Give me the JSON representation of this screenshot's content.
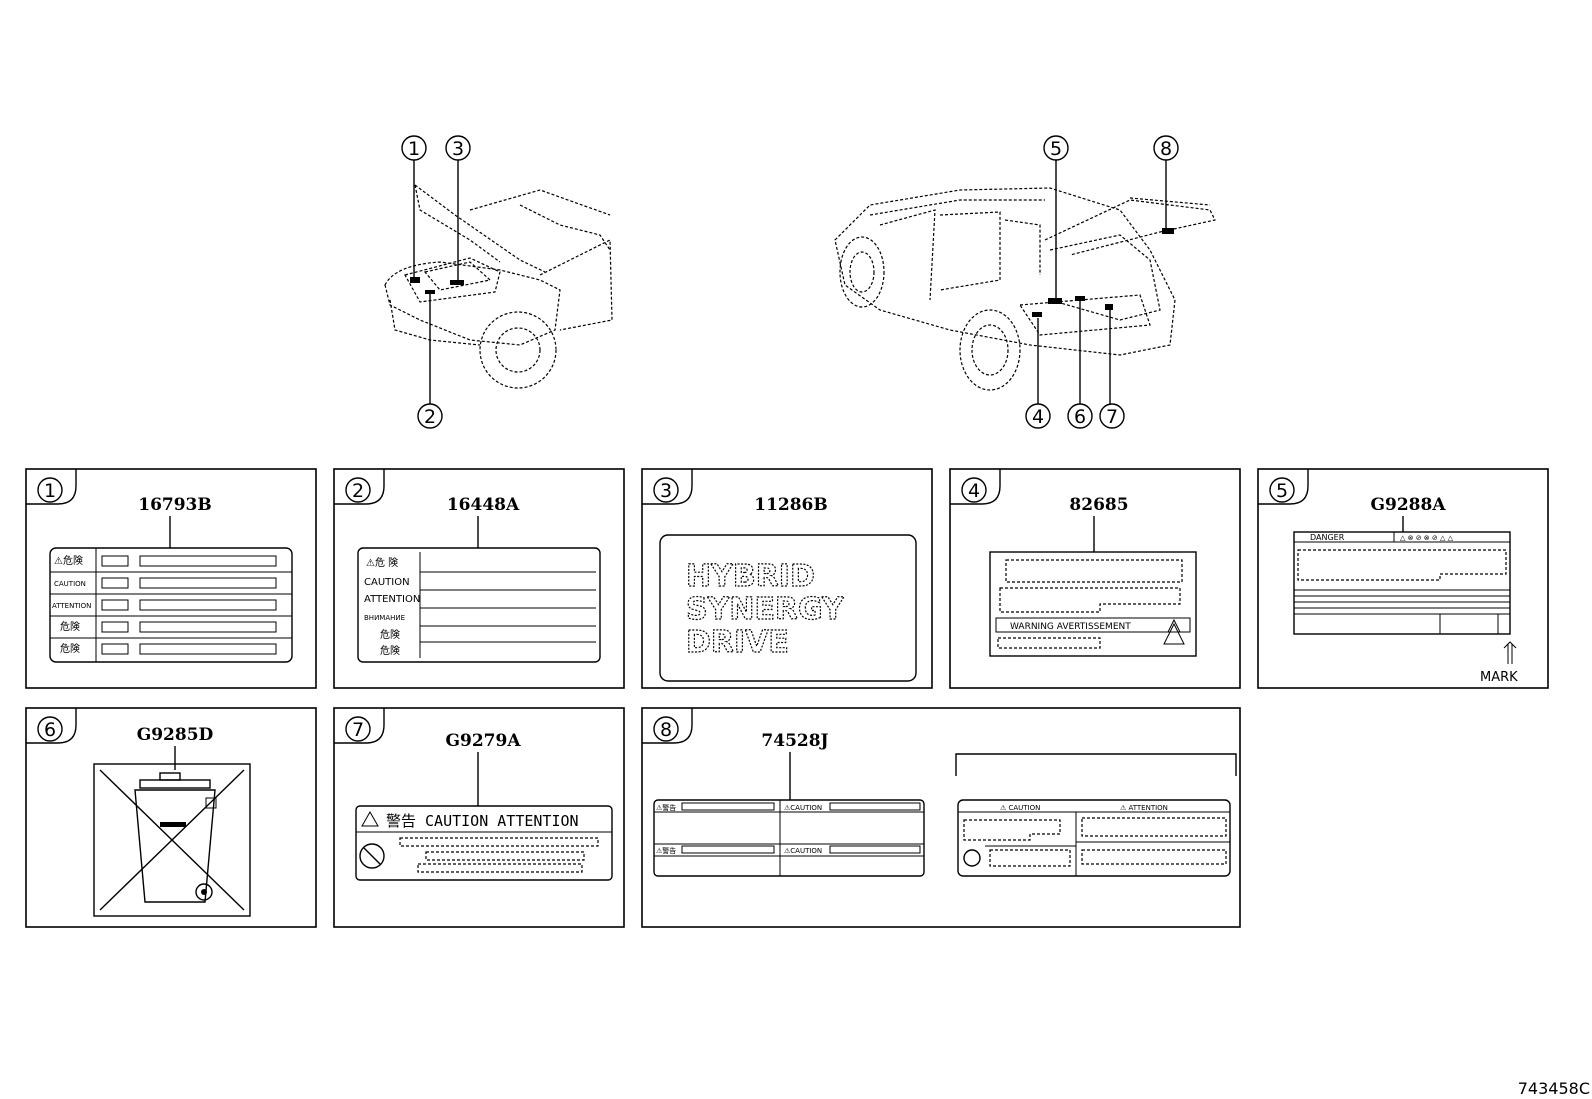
{
  "diagram_id": "743458C",
  "vehicle_callouts": {
    "front": [
      "1",
      "3",
      "2"
    ],
    "rear": [
      "5",
      "8",
      "4",
      "6",
      "7"
    ]
  },
  "panels": [
    {
      "num": "1",
      "part": "16793B",
      "rows": [
        "⚠危険",
        "CAUTION",
        "ATTENTION",
        "危険",
        "危険"
      ]
    },
    {
      "num": "2",
      "part": "16448A",
      "rows": [
        "⚠危 険",
        "CAUTION",
        "ATTENTION",
        "ВНИМАНИЕ",
        "危険",
        "危険"
      ]
    },
    {
      "num": "3",
      "part": "11286B",
      "lines": [
        "HYBRID",
        "SYNERGY",
        "DRIVE"
      ]
    },
    {
      "num": "4",
      "part": "82685",
      "warning": "WARNING AVERTISSEMENT"
    },
    {
      "num": "5",
      "part": "G9288A",
      "header": "DANGER",
      "mark": "MARK"
    },
    {
      "num": "6",
      "part": "G9285D"
    },
    {
      "num": "7",
      "part": "G9279A",
      "header": "警告 CAUTION ATTENTION"
    },
    {
      "num": "8",
      "part": "74528J",
      "left_labels": [
        "⚠警告",
        "⚠CAUTION",
        "⚠警告",
        "⚠CAUTION"
      ],
      "right_labels": [
        "⚠ CAUTION",
        "⚠ ATTENTION"
      ]
    }
  ]
}
